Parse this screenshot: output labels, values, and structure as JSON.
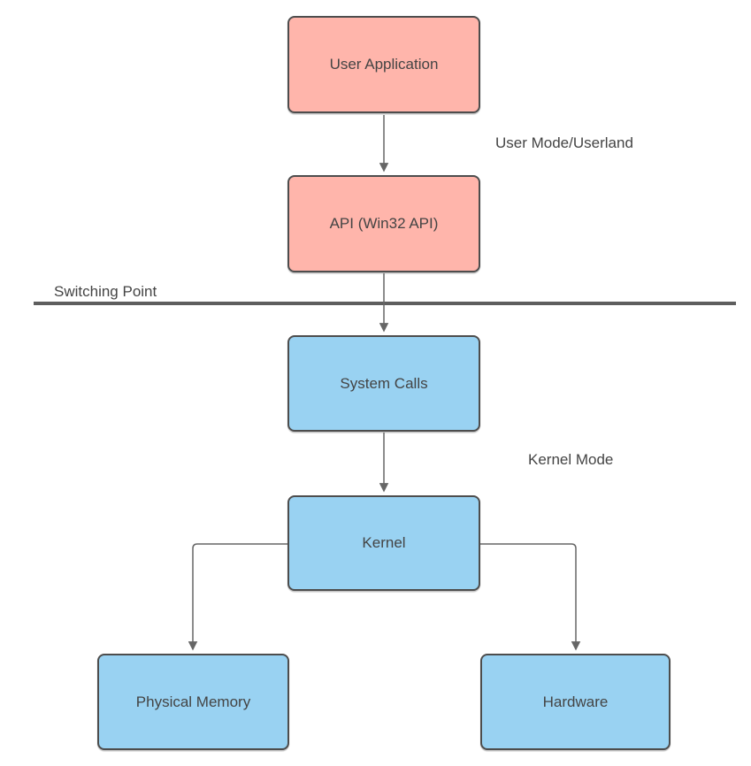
{
  "diagram": {
    "nodes": {
      "user_application": {
        "label": "User Application",
        "fill": "#FFB5AB"
      },
      "api": {
        "label": "API (Win32 API)",
        "fill": "#FFB5AB"
      },
      "system_calls": {
        "label": "System Calls",
        "fill": "#99D2F2"
      },
      "kernel": {
        "label": "Kernel",
        "fill": "#99D2F2"
      },
      "physical_memory": {
        "label": "Physical Memory",
        "fill": "#99D2F2"
      },
      "hardware": {
        "label": "Hardware",
        "fill": "#99D2F2"
      }
    },
    "annotations": {
      "user_mode": "User Mode/Userland",
      "kernel_mode": "Kernel Mode",
      "switching_point": "Switching Point"
    },
    "edges": [
      {
        "from": "user_application",
        "to": "api",
        "style": "arrow-down"
      },
      {
        "from": "api",
        "to": "system_calls",
        "style": "arrow-down"
      },
      {
        "from": "system_calls",
        "to": "kernel",
        "style": "arrow-down"
      },
      {
        "from": "kernel",
        "to": "physical_memory",
        "style": "elbow-left-down"
      },
      {
        "from": "kernel",
        "to": "hardware",
        "style": "elbow-right-down"
      }
    ],
    "colors": {
      "node_fill_red": "#FFB5AB",
      "node_fill_blue": "#99D2F2",
      "node_border": "#4D4D4D",
      "connector": "#666666",
      "divider_line": "#5E5E5E",
      "text": "#444444",
      "background": "#FFFFFF"
    }
  }
}
